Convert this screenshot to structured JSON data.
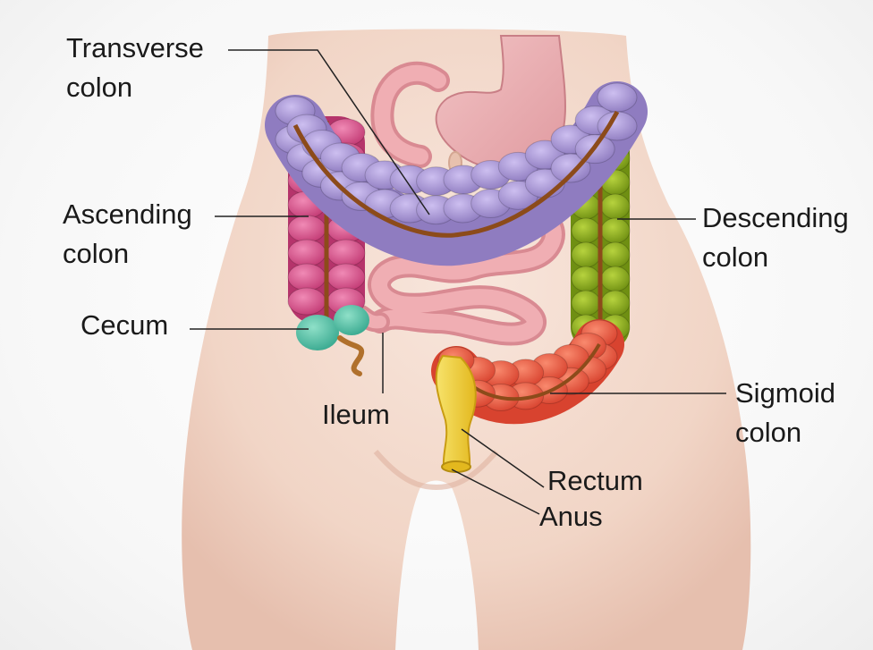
{
  "labels": {
    "transverse_colon": "Transverse\ncolon",
    "ascending_colon": "Ascending\ncolon",
    "descending_colon": "Descending\ncolon",
    "cecum": "Cecum",
    "ileum": "Ileum",
    "sigmoid_colon": "Sigmoid\ncolon",
    "rectum": "Rectum",
    "anus": "Anus"
  },
  "colors": {
    "skin": "#f3d9cc",
    "ascending": "#d64a86",
    "transverse": "#a995d2",
    "descending": "#8cad1f",
    "sigmoid": "#e9553f",
    "cecum": "#4fbfa6",
    "rectum": "#f0cf36",
    "small_intestine": "#eca0a6",
    "stomach": "#eab0b3"
  }
}
